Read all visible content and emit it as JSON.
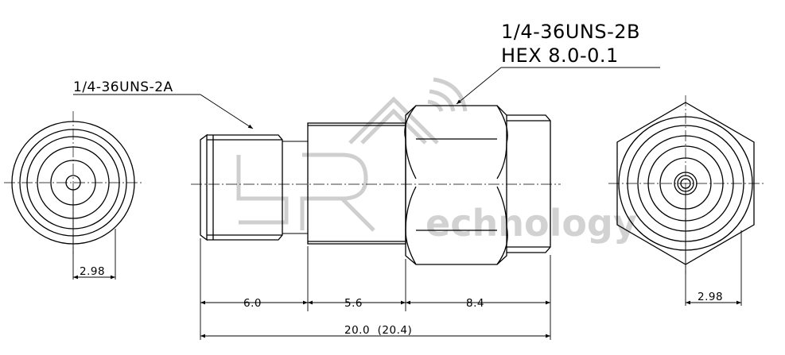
{
  "labels": {
    "left_thread": "1/4-36UNS-2A",
    "right_thread": "1/4-36UNS-2B",
    "hex": "HEX 8.0-0.1"
  },
  "dimensions": {
    "left_pin": "2.98",
    "right_pin": "2.98",
    "seg1": "6.0",
    "seg2": "5.6",
    "seg3": "8.4",
    "total": "20.0  (20.4)"
  },
  "watermark": {
    "logo": "SR",
    "text": "echnology"
  }
}
